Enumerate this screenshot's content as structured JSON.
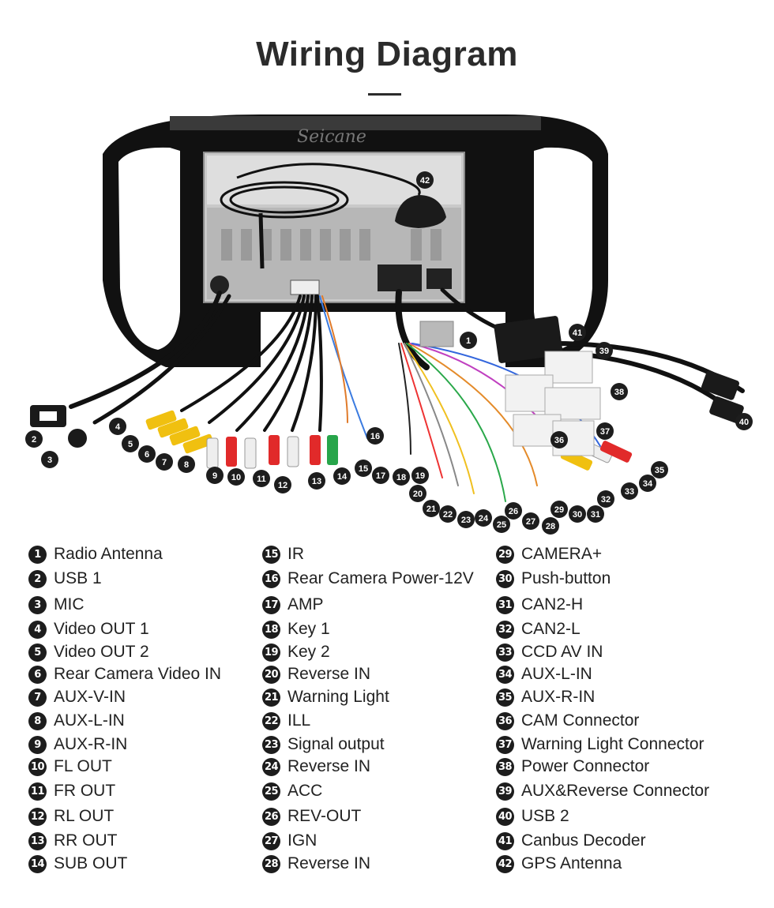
{
  "page": {
    "title": "Wiring Diagram"
  },
  "diagram": {
    "brand_watermark": "Seicane"
  },
  "legend": {
    "columns": [
      [
        {
          "n": "1",
          "label": "Radio Antenna"
        },
        {
          "n": "2",
          "label": "USB 1"
        },
        {
          "n": "3",
          "label": "MIC"
        },
        {
          "n": "4",
          "label": "Video OUT 1"
        },
        {
          "n": "5",
          "label": "Video OUT 2"
        },
        {
          "n": "6",
          "label": "Rear Camera Video IN"
        },
        {
          "n": "7",
          "label": "AUX-V-IN"
        },
        {
          "n": "8",
          "label": "AUX-L-IN"
        },
        {
          "n": "9",
          "label": "AUX-R-IN"
        },
        {
          "n": "10",
          "label": "FL OUT"
        },
        {
          "n": "11",
          "label": "FR OUT"
        },
        {
          "n": "12",
          "label": "RL OUT"
        },
        {
          "n": "13",
          "label": "RR OUT"
        },
        {
          "n": "14",
          "label": "SUB OUT"
        }
      ],
      [
        {
          "n": "15",
          "label": "IR"
        },
        {
          "n": "16",
          "label": "Rear Camera Power-12V"
        },
        {
          "n": "17",
          "label": "AMP"
        },
        {
          "n": "18",
          "label": "Key 1"
        },
        {
          "n": "19",
          "label": "Key 2"
        },
        {
          "n": "20",
          "label": "Reverse IN"
        },
        {
          "n": "21",
          "label": "Warning Light"
        },
        {
          "n": "22",
          "label": "ILL"
        },
        {
          "n": "23",
          "label": "Signal output"
        },
        {
          "n": "24",
          "label": "Reverse IN"
        },
        {
          "n": "25",
          "label": "ACC"
        },
        {
          "n": "26",
          "label": "REV-OUT"
        },
        {
          "n": "27",
          "label": "IGN"
        },
        {
          "n": "28",
          "label": "Reverse IN"
        }
      ],
      [
        {
          "n": "29",
          "label": "CAMERA+"
        },
        {
          "n": "30",
          "label": "Push-button"
        },
        {
          "n": "31",
          "label": "CAN2-H"
        },
        {
          "n": "32",
          "label": "CAN2-L"
        },
        {
          "n": "33",
          "label": "CCD AV IN"
        },
        {
          "n": "34",
          "label": "AUX-L-IN"
        },
        {
          "n": "35",
          "label": "AUX-R-IN"
        },
        {
          "n": "36",
          "label": "CAM Connector"
        },
        {
          "n": "37",
          "label": "Warning Light Connector"
        },
        {
          "n": "38",
          "label": "Power Connector"
        },
        {
          "n": "39",
          "label": "AUX&Reverse Connector"
        },
        {
          "n": "40",
          "label": "USB 2"
        },
        {
          "n": "41",
          "label": "Canbus Decoder"
        },
        {
          "n": "42",
          "label": "GPS Antenna"
        }
      ]
    ]
  },
  "callouts": [
    "1",
    "2",
    "3",
    "4",
    "5",
    "6",
    "7",
    "8",
    "9",
    "10",
    "11",
    "12",
    "13",
    "14",
    "15",
    "16",
    "17",
    "18",
    "19",
    "20",
    "21",
    "22",
    "23",
    "24",
    "25",
    "26",
    "27",
    "28",
    "29",
    "30",
    "31",
    "32",
    "33",
    "34",
    "35",
    "36",
    "37",
    "38",
    "39",
    "40",
    "41",
    "42"
  ]
}
